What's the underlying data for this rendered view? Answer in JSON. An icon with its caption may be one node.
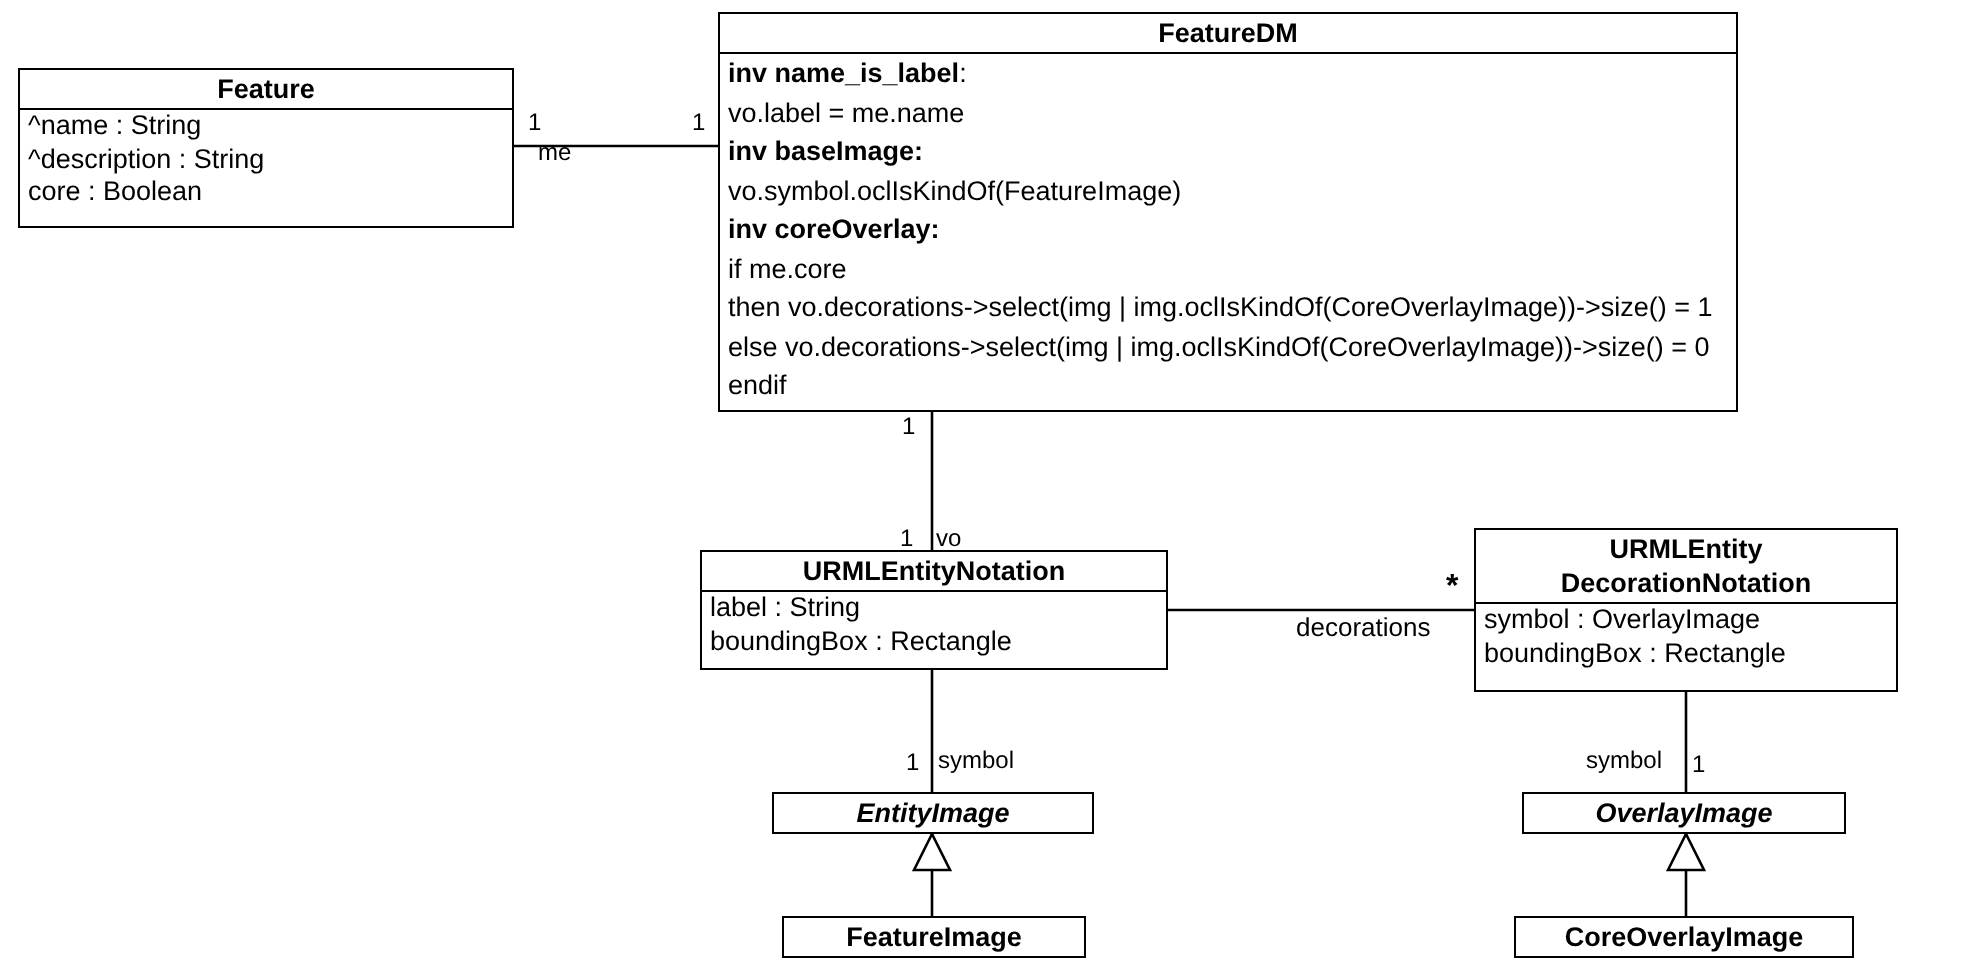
{
  "diagram": {
    "nodes": [
      {
        "text": [
          "Feature",
          "^name : String",
          "^description : String",
          "core : Boolean"
        ]
      },
      {
        "text": [
          "FeatureDM",
          "**inv name_is_label**:",
          "vo.label = me.name",
          "**inv baseImage:**",
          "vo.symbol.oclIsKindOf(FeatureImage)",
          "**inv coreOverlay:**",
          "if me.core",
          "then vo.decorations->select(img | img.oclIsKindOf(CoreOverlayImage))->size() = 1",
          "else vo.decorations->select(img | img.oclIsKindOf(CoreOverlayImage))->size() = 0",
          "endif"
        ]
      },
      {
        "text": [
          "URMLEntityNotation",
          "label : String",
          "boundingBox : Rectangle"
        ]
      },
      {
        "text": [
          "URMLEntity DecorationNotation",
          "symbol : OverlayImage",
          "boundingBox : Rectangle"
        ]
      },
      {
        "text": [
          "EntityImage"
        ]
      },
      {
        "text": [
          "OverlayImage"
        ]
      },
      {
        "text": [
          "FeatureImage"
        ]
      },
      {
        "text": [
          "CoreOverlayImage"
        ]
      }
    ],
    "edges": [
      {
        "from": 0,
        "to": 1,
        "arrow": "none"
      },
      {
        "from": 1,
        "to": 2,
        "arrow": "none"
      },
      {
        "from": 2,
        "to": 3,
        "arrow": "none"
      },
      {
        "from": 2,
        "to": 4,
        "arrow": "none"
      },
      {
        "from": 3,
        "to": 5,
        "arrow": "none"
      },
      {
        "from": 6,
        "to": 4,
        "arrow": "to"
      },
      {
        "from": 7,
        "to": 5,
        "arrow": "to"
      }
    ],
    "labels": [
      "1",
      "me",
      "1",
      "1",
      "1",
      "vo",
      "*",
      "decorations",
      "1",
      "symbol",
      "symbol",
      "1"
    ]
  }
}
